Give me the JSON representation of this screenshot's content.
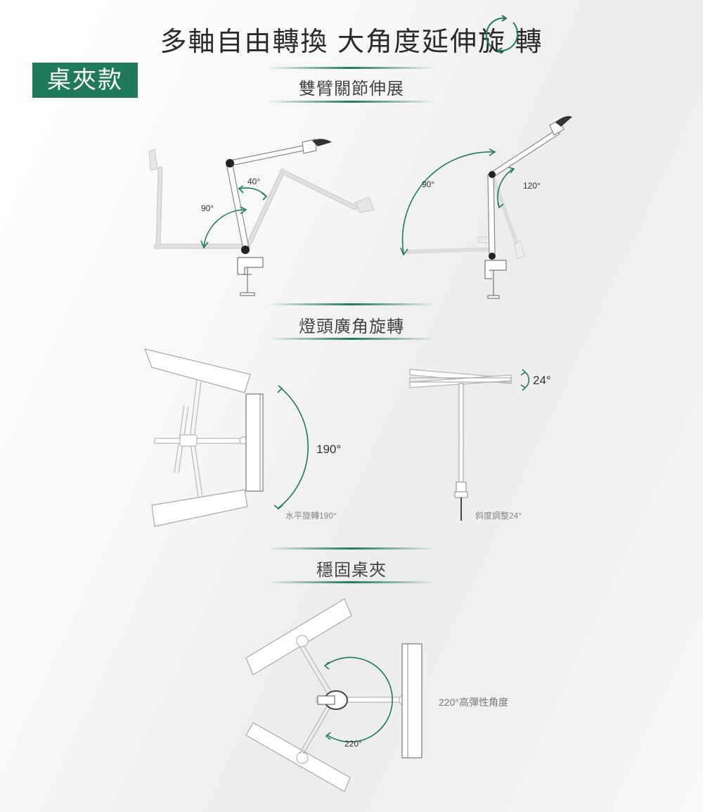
{
  "page": {
    "title": "多軸自由轉換 大角度延伸旋 轉",
    "badge": "桌夾款",
    "accent_color": "#1f7a5a"
  },
  "sections": [
    {
      "title": "雙臂關節伸展",
      "angles": [
        "40°",
        "90°",
        "90°",
        "120°"
      ]
    },
    {
      "title": "燈頭廣角旋轉",
      "angles": [
        "190°",
        "24°"
      ],
      "captions": [
        "水平旋轉190°",
        "斜度調整24°"
      ]
    },
    {
      "title": "穩固桌夾",
      "angles": [
        "220°"
      ],
      "captions": [
        "220°高彈性角度"
      ]
    }
  ],
  "icons": [
    "rotate-arrows-icon"
  ]
}
